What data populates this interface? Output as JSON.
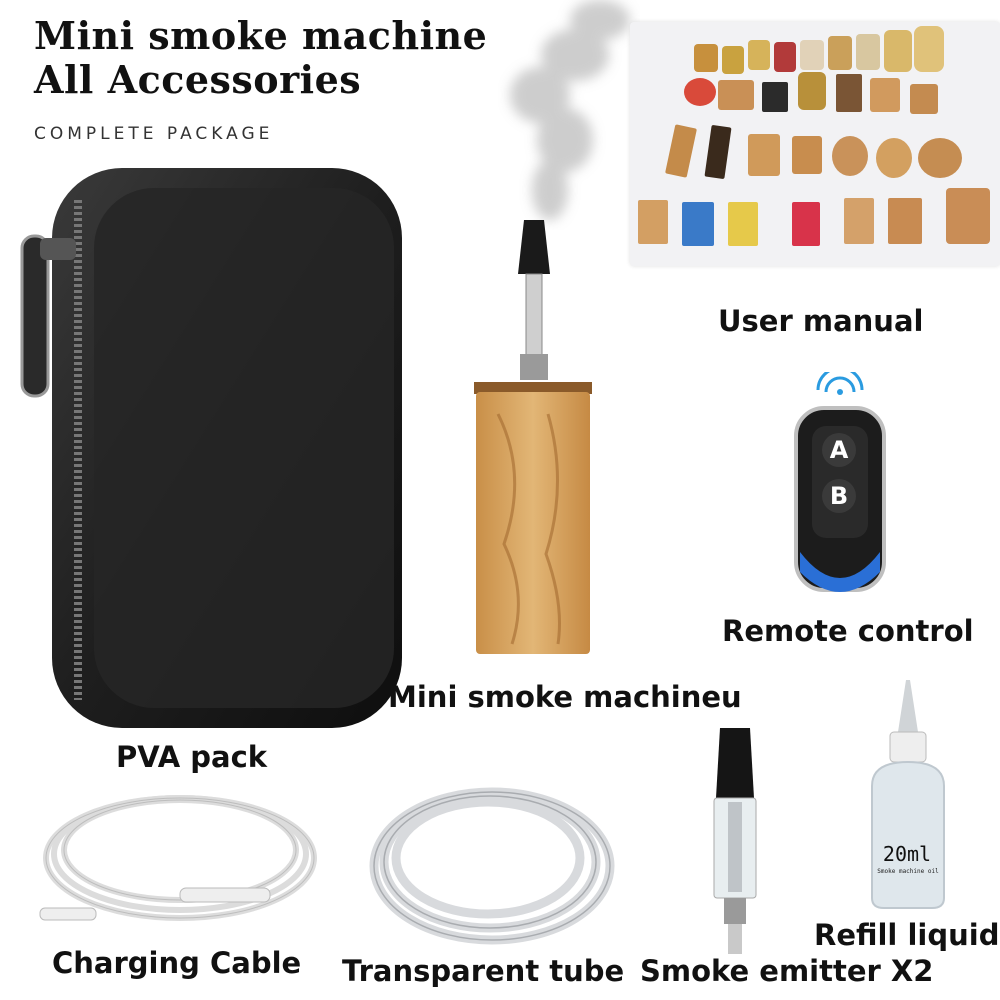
{
  "header": {
    "title_line1": "Mini smoke machine",
    "title_line2": "All Accessories",
    "subtitle": "COMPLETE PACKAGE"
  },
  "items": {
    "user_manual": "User manual",
    "remote_control": "Remote control",
    "machine": "Mini smoke machineu",
    "pva_pack": "PVA pack",
    "charging_cable": "Charging Cable",
    "transparent_tube": "Transparent tube",
    "smoke_emitter": "Smoke emitter X2",
    "refill_liquid": "Refill liquid"
  },
  "remote": {
    "button_a": "A",
    "button_b": "B"
  },
  "bottle": {
    "volume": "20ml",
    "caption": "Smoke machine oil"
  },
  "colors": {
    "wood": "#d9a35c",
    "case": "#1c1c1c",
    "remote_accent": "#2a6fd6"
  }
}
